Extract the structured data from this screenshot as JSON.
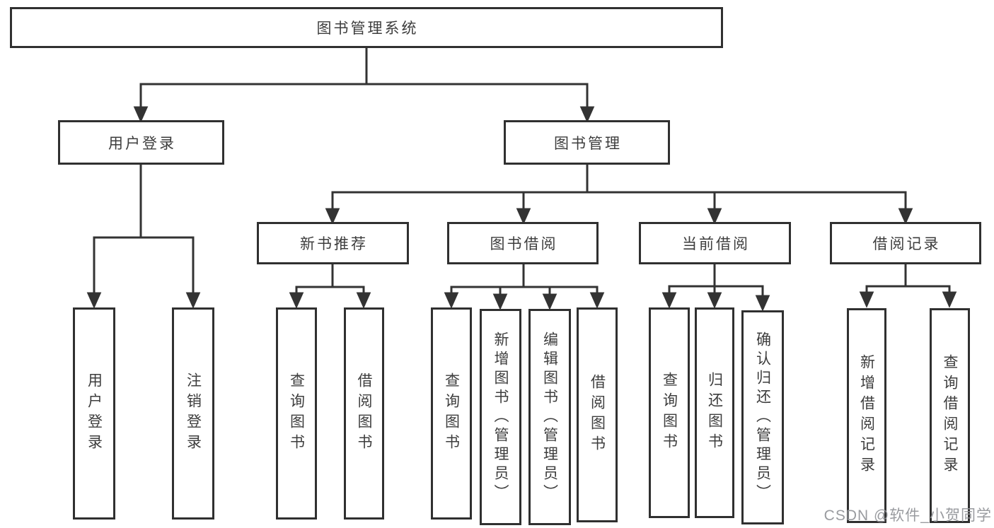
{
  "diagram": {
    "root": "图书管理系统",
    "branches": [
      {
        "label": "用户登录",
        "children": [
          "用户登录",
          "注销登录"
        ]
      },
      {
        "label": "图书管理"
      }
    ],
    "sections": [
      {
        "label": "新书推荐",
        "children": [
          "查询图书",
          "借阅图书"
        ]
      },
      {
        "label": "图书借阅",
        "children": [
          "查询图书",
          "新增图书（管理员）",
          "编辑图书（管理员）",
          "借阅图书"
        ]
      },
      {
        "label": "当前借阅",
        "children": [
          "查询图书",
          "归还图书",
          "确认归还（管理员）"
        ]
      },
      {
        "label": "借阅记录",
        "children": [
          "新增借阅记录",
          "查询借阅记录"
        ]
      }
    ]
  },
  "watermark": "CSDN @软件_小贺同学",
  "colors": {
    "line": "#333333",
    "box_border": "#303030",
    "text": "#3d3d3d",
    "background": "#ffffff",
    "watermark": "#94969a"
  }
}
